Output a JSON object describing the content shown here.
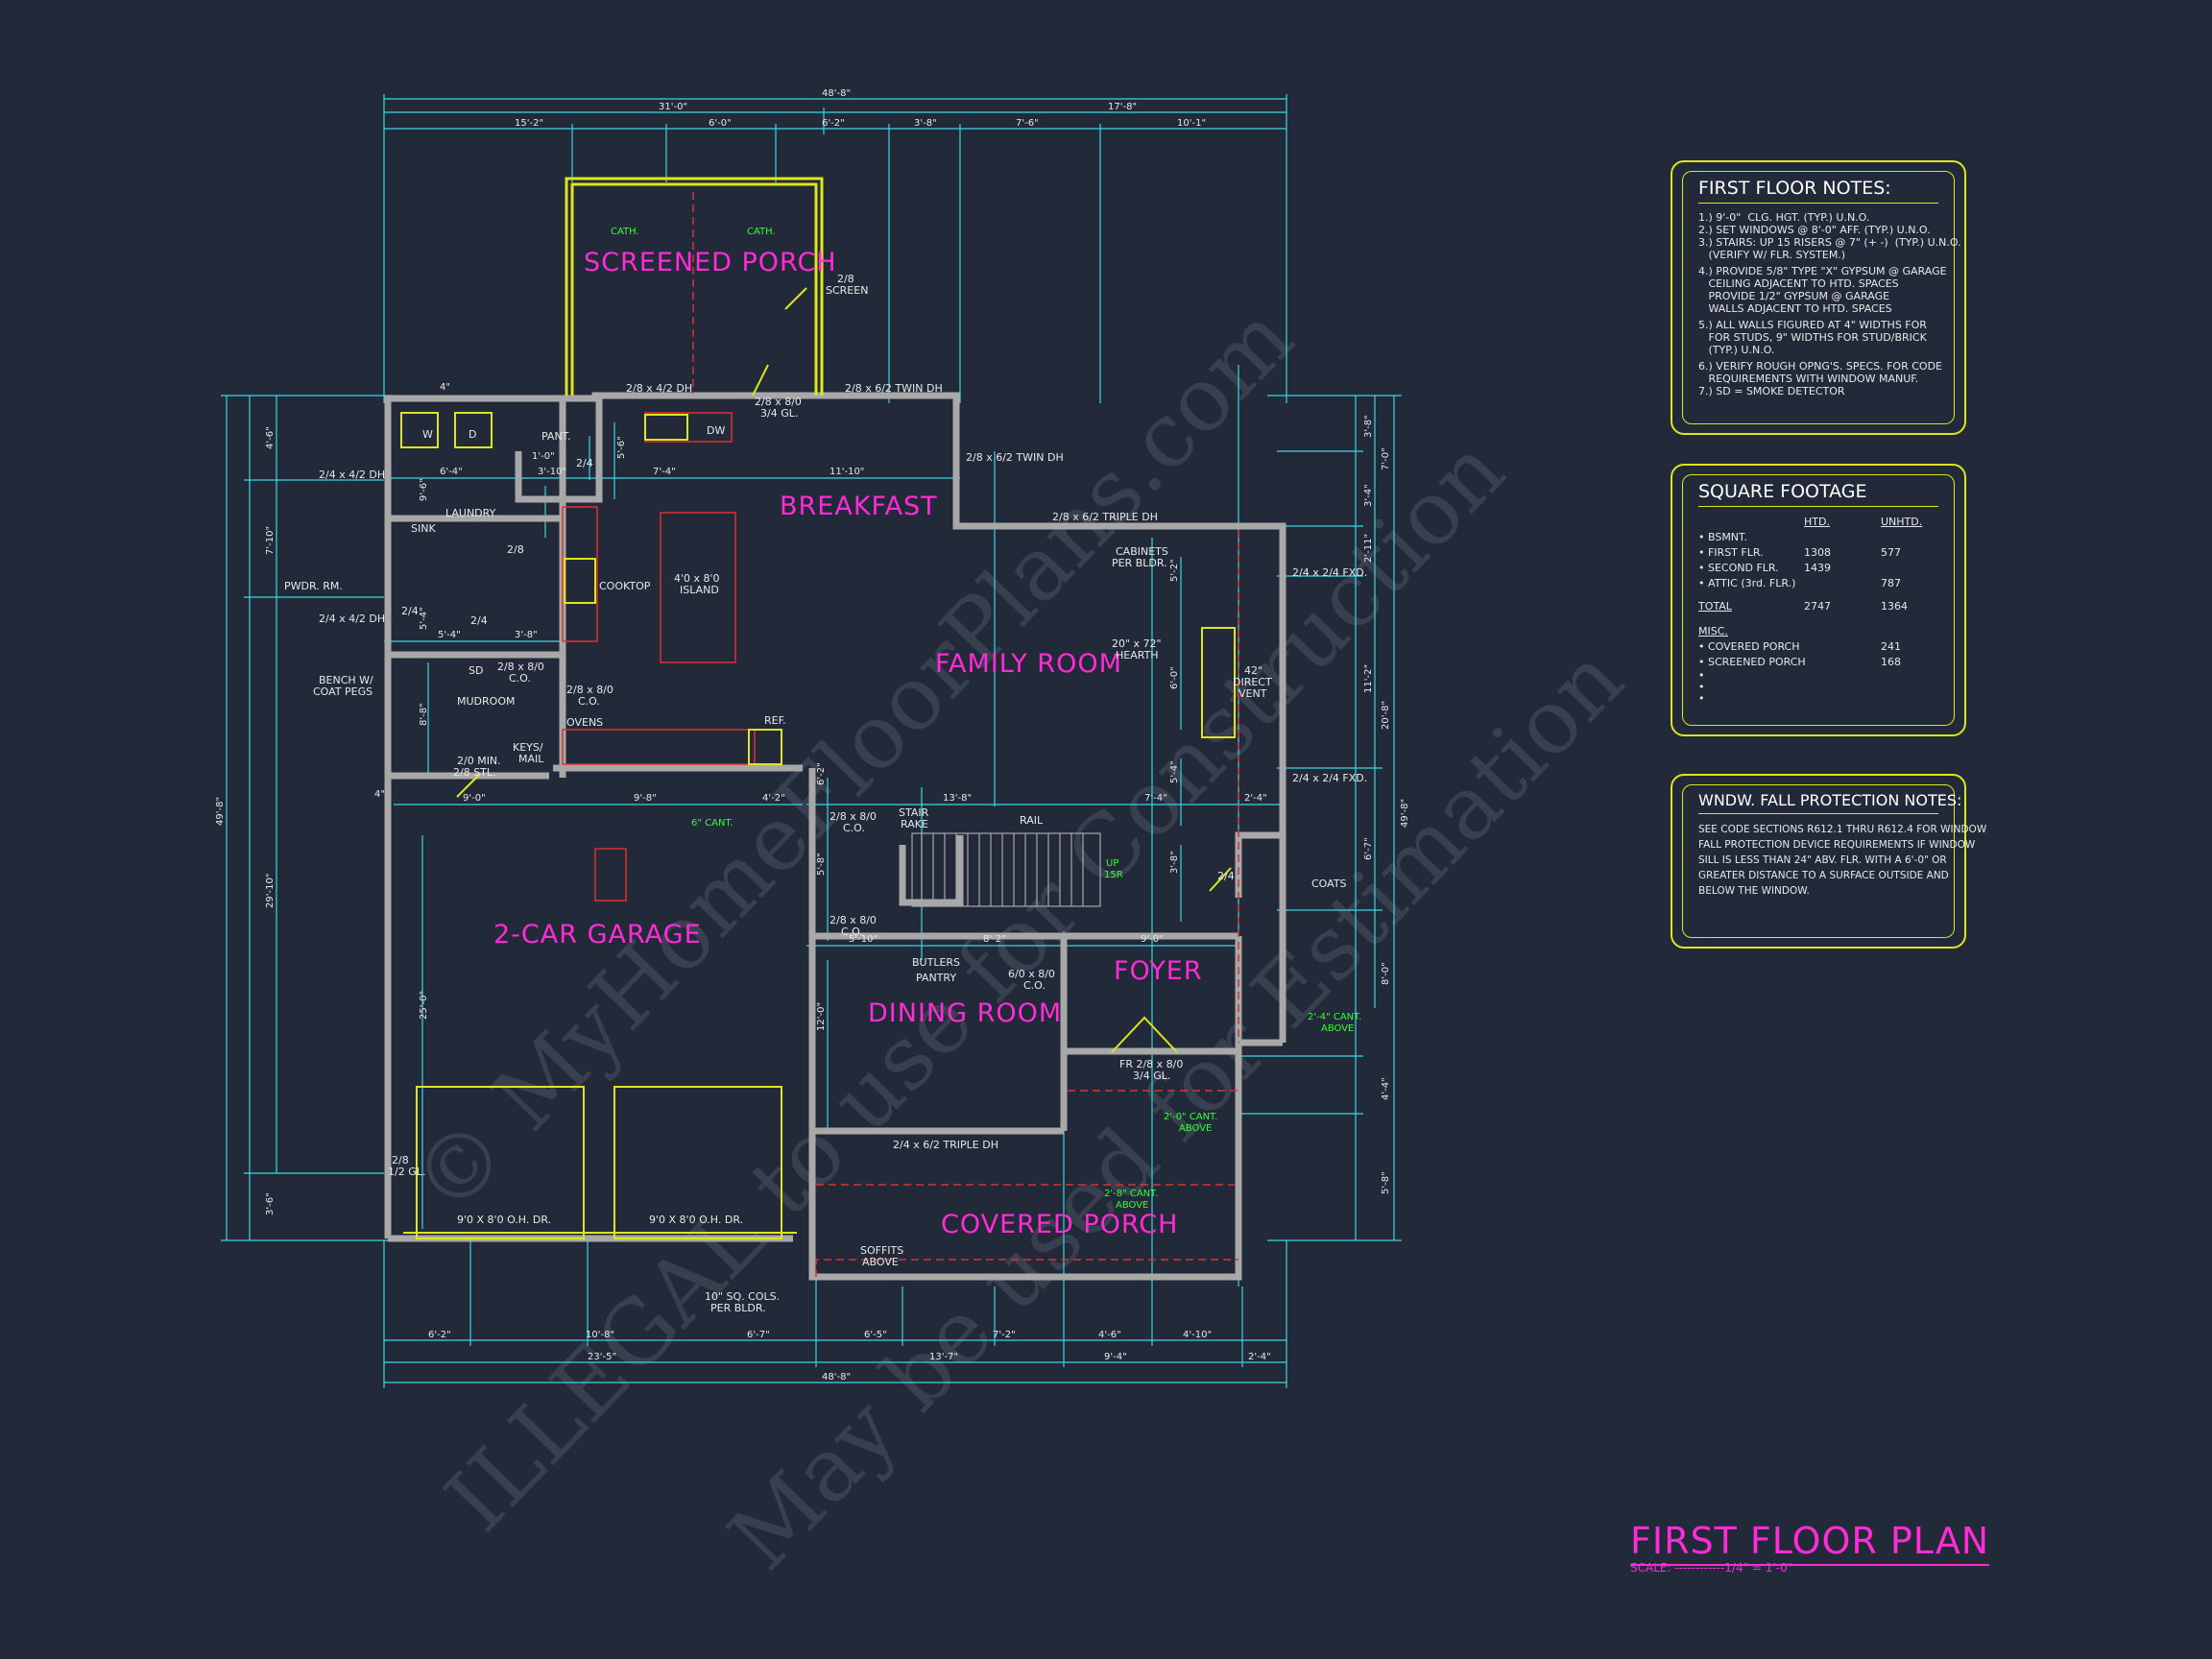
{
  "watermark": {
    "line1": "© MyHomeFloorPlans.com",
    "line2": "ILLEGAL to use for Construction",
    "line3": "May be used for Estimation"
  },
  "plan": {
    "rooms": [
      {
        "id": "screened-porch",
        "label": "SCREENED PORCH"
      },
      {
        "id": "breakfast",
        "label": "BREAKFAST"
      },
      {
        "id": "family-room",
        "label": "FAMILY ROOM"
      },
      {
        "id": "garage",
        "label": "2-CAR GARAGE"
      },
      {
        "id": "dining-room",
        "label": "DINING ROOM"
      },
      {
        "id": "foyer",
        "label": "FOYER"
      },
      {
        "id": "covered-porch",
        "label": "COVERED PORCH"
      }
    ],
    "small_labels": {
      "pant": "PANT.",
      "laundry": "LAUNDRY",
      "pwdr": "PWDR. RM.",
      "mudroom": "MUDROOM",
      "coats": "COATS",
      "butlers1": "BUTLERS",
      "butlers2": "PANTRY",
      "cooktop": "COOKTOP",
      "island1": "4'0 x 8'0",
      "island2": "ISLAND",
      "ovens": "OVENS",
      "ref": "REF.",
      "keys1": "KEYS/",
      "keys2": "MAIL",
      "sink": "SINK",
      "w": "W",
      "d": "D",
      "dw": "DW",
      "cabinets1": "CABINETS",
      "cabinets2": "PER BLDR.",
      "hearth1": "20\" x 72\"",
      "hearth2": "HEARTH",
      "vent1": "42\"",
      "vent2": "DIRECT",
      "vent3": "VENT",
      "stair1": "STAIR",
      "stair2": "RAKE",
      "rail": "RAIL",
      "bench1": "BENCH W/",
      "bench2": "COAT PEGS",
      "soffits1": "SOFFITS",
      "soffits2": "ABOVE",
      "cols1": "10\" SQ. COLS.",
      "cols2": "PER BLDR.",
      "ohd1": "9'0 X 8'0 O.H. DR.",
      "ohd2": "9'0 X 8'0 O.H. DR.",
      "screen1": "2/8",
      "screen2": "SCREEN",
      "door_porch1": "2/8 x 8/0",
      "door_porch2": "3/4 GL.",
      "frdoor1": "FR 2/8 x 8/0",
      "frdoor2": "3/4 GL.",
      "co1a": "2/8 x 8/0",
      "co1b": "C.O.",
      "co2a": "2/8 x 8/0",
      "co2b": "C.O.",
      "co3a": "2/8 x 8/0",
      "co3b": "C.O.",
      "co4a": "2/8 x 8/0",
      "co4b": "C.O.",
      "co5a": "6/0 x 8/0",
      "co5b": "C.O.",
      "min1": "2/0 MIN.",
      "min2": "2/8 STL.",
      "gl1": "2/8",
      "gl2": "1/2 GL.",
      "sd": "SD",
      "d24a": "2/4",
      "d24b": "2/4",
      "d28": "2/8",
      "d24c": "2/4",
      "d24d": "2/4",
      "up": "UP",
      "br": "15R"
    },
    "window_labels": {
      "w1": "2/8 x 4/2 DH",
      "w2": "2/8 x 6/2 TWIN DH",
      "w3": "2/8 x 6/2 TWIN DH",
      "w4": "2/8 x 6/2 TRIPLE DH",
      "w5": "2/4 x 2/4 FXD.",
      "w6": "2/4 x 2/4 FXD.",
      "w7": "2/4 x 4/2 DH",
      "w8": "2/4 x 4/2 DH",
      "w9": "2/4 x 6/2 TRIPLE DH"
    },
    "green_labels": {
      "cath1": "CATH.",
      "cath2": "CATH.",
      "cant1": "6\" CANT.",
      "cant2a": "2'-4\" CANT.",
      "cant2b": "ABOVE",
      "cant3a": "2'-0\" CANT.",
      "cant3b": "ABOVE",
      "cant4a": "2'-8\" CANT.",
      "cant4b": "ABOVE"
    },
    "dims": {
      "top_overall": "48'-8\"",
      "top_a": "31'-0\"",
      "top_b": "17'-8\"",
      "t1": "15'-2\"",
      "t2": "6'-0\"",
      "t3": "6'-2\"",
      "t4": "3'-8\"",
      "t5": "7'-6\"",
      "t6": "10'-1\"",
      "bot_overall": "48'-8\"",
      "bot_a": "23'-5\"",
      "bot_b": "13'-7\"",
      "bot_c": "9'-4\"",
      "bot_d": "2'-4\"",
      "b1": "6'-2\"",
      "b2": "10'-8\"",
      "b3": "6'-7\"",
      "b4": "6'-5\"",
      "b5": "7'-2\"",
      "b6": "4'-6\"",
      "b7": "4'-10\"",
      "left_overall": "49'-8\"",
      "l1": "4'-6\"",
      "l2": "7'-10\"",
      "l3": "29'-10\"",
      "l4": "3'-6\"",
      "l5": "25'-0\"",
      "right_overall": "49'-8\"",
      "right_a": "20'-8\"",
      "r1": "3'-8\"",
      "r2": "7'-0\"",
      "r3": "3'-4\"",
      "r4": "2'-11\"",
      "r5": "11'-2\"",
      "r6": "6'-7\"",
      "r7": "8'-0\"",
      "r8": "4'-4\"",
      "r9": "5'-8\"",
      "i1": "6'-4\"",
      "i2": "7'-4\"",
      "i3": "11'-10\"",
      "i4": "3'-10\"",
      "i5": "1'-0\"",
      "i6": "5'-4\"",
      "i7": "3'-8\"",
      "i8": "9'-0\"",
      "i9": "9'-8\"",
      "i10": "4'-2\"",
      "i11": "13'-8\"",
      "i12": "7'-4\"",
      "i13": "2'-4\"",
      "i14": "8'-2\"",
      "i15": "9'-0\"",
      "i16": "5'-10\"",
      "i17": "5'-2\"",
      "i18": "6'-0\"",
      "i19": "5'-4\"",
      "i20": "3'-8\"",
      "i21": "5'-8\"",
      "i22": "12'-0\"",
      "i23": "6'-2\"",
      "i24": "9'-6\"",
      "i25": "8'-8\"",
      "i26": "5'-6\"",
      "i27": "5'-4\"",
      "i28": "4\"",
      "i29": "4\""
    }
  },
  "notes": {
    "title": "FIRST FLOOR NOTES:",
    "lines": [
      "1.) 9'-0\"  CLG. HGT. (TYP.) U.N.O.",
      "2.) SET WINDOWS @ 8'-0\" AFF. (TYP.) U.N.O.",
      "3.) STAIRS: UP 15 RISERS @ 7\" (+ -)  (TYP.) U.N.O.",
      "   (VERIFY W/ FLR. SYSTEM.)",
      "4.) PROVIDE 5/8\" TYPE \"X\" GYPSUM @ GARAGE",
      "   CEILING ADJACENT TO HTD. SPACES",
      "   PROVIDE 1/2\" GYPSUM @ GARAGE",
      "   WALLS ADJACENT TO HTD. SPACES",
      "5.) ALL WALLS FIGURED AT 4\" WIDTHS FOR",
      "   FOR STUDS, 9\" WIDTHS FOR STUD/BRICK",
      "   (TYP.) U.N.O.",
      "6.) VERIFY ROUGH OPNG'S. SPECS. FOR CODE",
      "   REQUIREMENTS WITH WINDOW MANUF.",
      "7.) SD = SMOKE DETECTOR"
    ]
  },
  "sqft": {
    "title": "SQUARE FOOTAGE",
    "col_htd": "HTD.",
    "col_unhtd": "UNHTD.",
    "rows": [
      {
        "label": "• BSMNT.",
        "htd": "",
        "unhtd": ""
      },
      {
        "label": "• FIRST FLR.",
        "htd": "1308",
        "unhtd": "577"
      },
      {
        "label": "• SECOND FLR.",
        "htd": "1439",
        "unhtd": ""
      },
      {
        "label": "• ATTIC (3rd. FLR.)",
        "htd": "",
        "unhtd": "787"
      }
    ],
    "total_label": "TOTAL",
    "total_htd": "2747",
    "total_unhtd": "1364",
    "misc_label": "MISC.",
    "misc_rows": [
      {
        "label": "• COVERED PORCH",
        "val": "241"
      },
      {
        "label": "• SCREENED PORCH",
        "val": "168"
      },
      {
        "label": "•",
        "val": ""
      },
      {
        "label": "•",
        "val": ""
      },
      {
        "label": "•",
        "val": ""
      }
    ]
  },
  "fall": {
    "title": "WNDW. FALL PROTECTION NOTES:",
    "lines": [
      "SEE CODE SECTIONS R612.1 THRU R612.4 FOR WINDOW",
      "FALL PROTECTION DEVICE REQUIREMENTS IF WINDOW",
      "SILL IS LESS THAN 24\" ABV. FLR. WITH A 6'-0\" OR",
      "GREATER DISTANCE TO A SURFACE OUTSIDE AND",
      "BELOW THE WINDOW."
    ]
  },
  "title_block": {
    "title": "FIRST FLOOR PLAN",
    "scale": "SCALE: ------------1/4\" = 1'-0\""
  },
  "colors": {
    "background": "#222a3a",
    "dim": "#3ad6e0",
    "wall": "#a8a8a8",
    "yellow": "#dde61b",
    "magenta": "#ff2bd6",
    "red": "#e03030",
    "green": "#33ff33"
  }
}
